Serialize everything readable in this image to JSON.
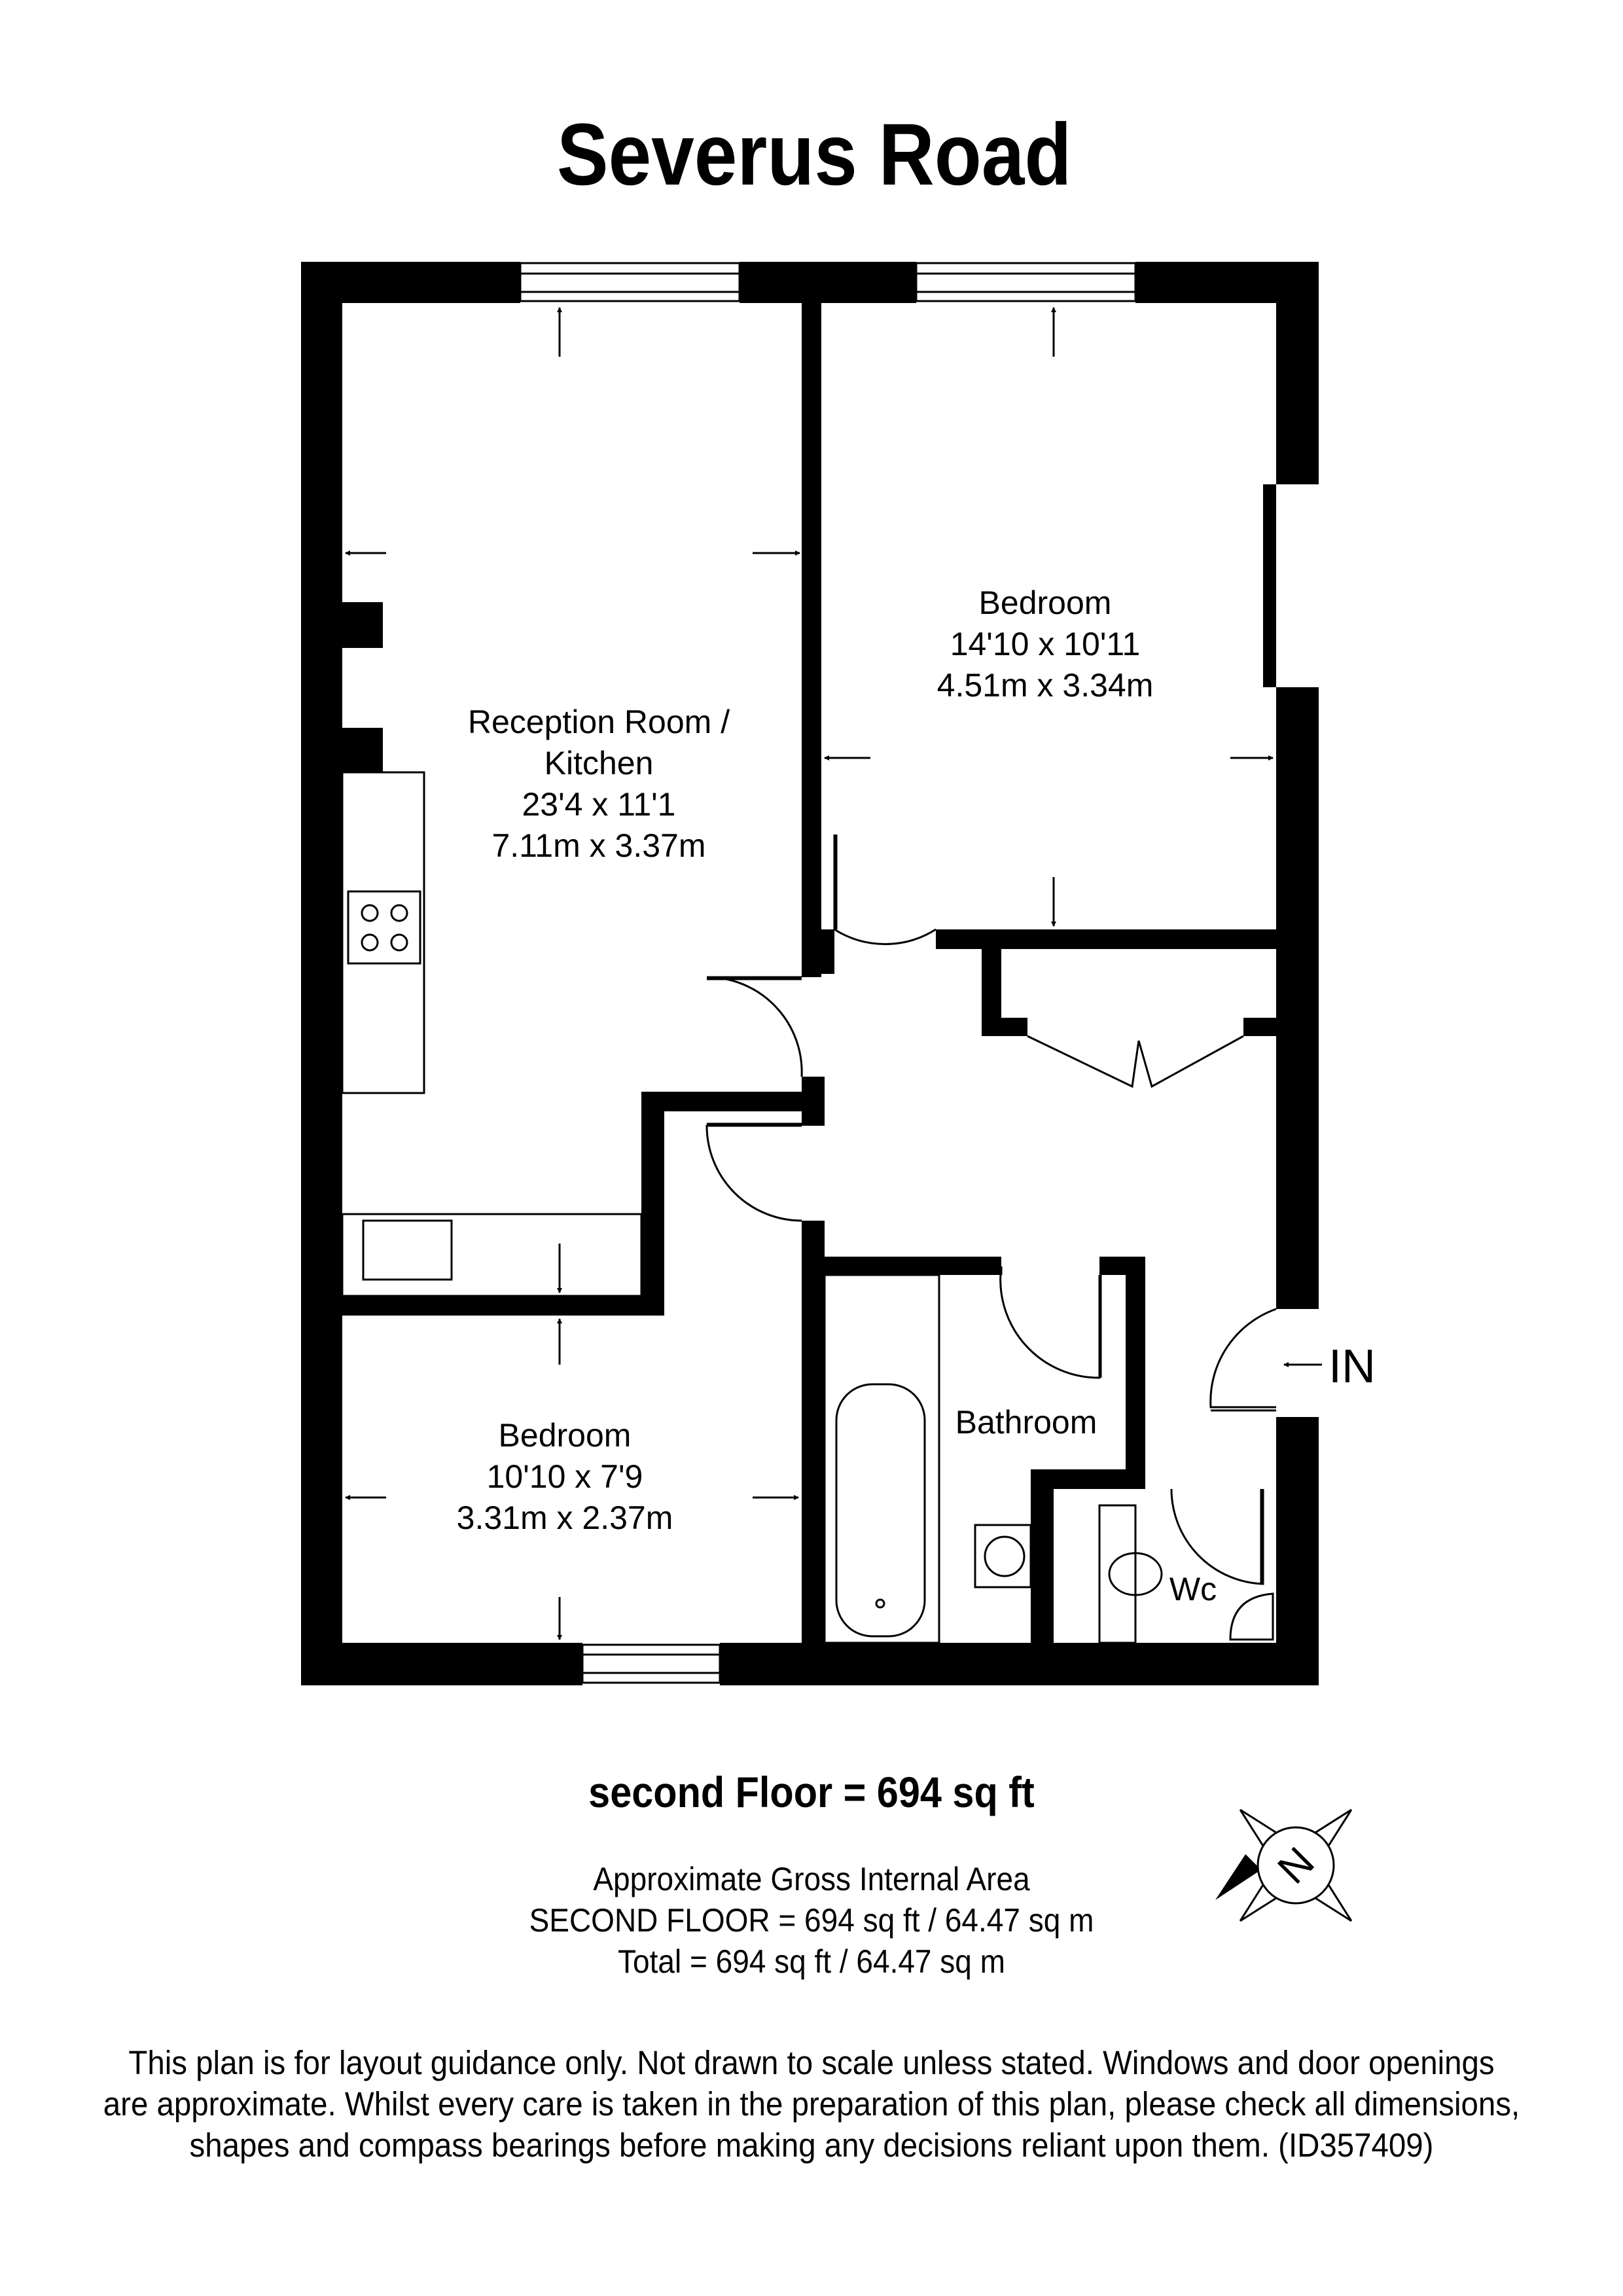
{
  "title": "Severus Road",
  "rooms": {
    "reception": {
      "name_line1": "Reception Room /",
      "name_line2": "Kitchen",
      "imperial": "23'4 x 11'1",
      "metric": "7.11m x 3.37m"
    },
    "bedroom1": {
      "name": "Bedroom",
      "imperial": "14'10 x 10'11",
      "metric": "4.51m x 3.34m"
    },
    "bedroom2": {
      "name": "Bedroom",
      "imperial": "10'10 x 7'9",
      "metric": "3.31m x 2.37m"
    },
    "bathroom": {
      "name": "Bathroom"
    },
    "wc": {
      "name": "Wc"
    }
  },
  "entrance_label": "IN",
  "compass_letter": "N",
  "floor_area": "second Floor = 694 sq ft",
  "gia": {
    "line1": "Approximate Gross Internal Area",
    "line2": "SECOND FLOOR = 694 sq ft / 64.47 sq m",
    "line3": "Total = 694 sq ft / 64.47 sq m"
  },
  "disclaimer": {
    "line1": "This plan is for layout guidance only. Not drawn to scale unless stated. Windows and door openings",
    "line2": "are approximate. Whilst every care is taken in the preparation of this plan, please check all dimensions,",
    "line3": "shapes and compass bearings before making any decisions reliant upon them. (ID357409)"
  }
}
